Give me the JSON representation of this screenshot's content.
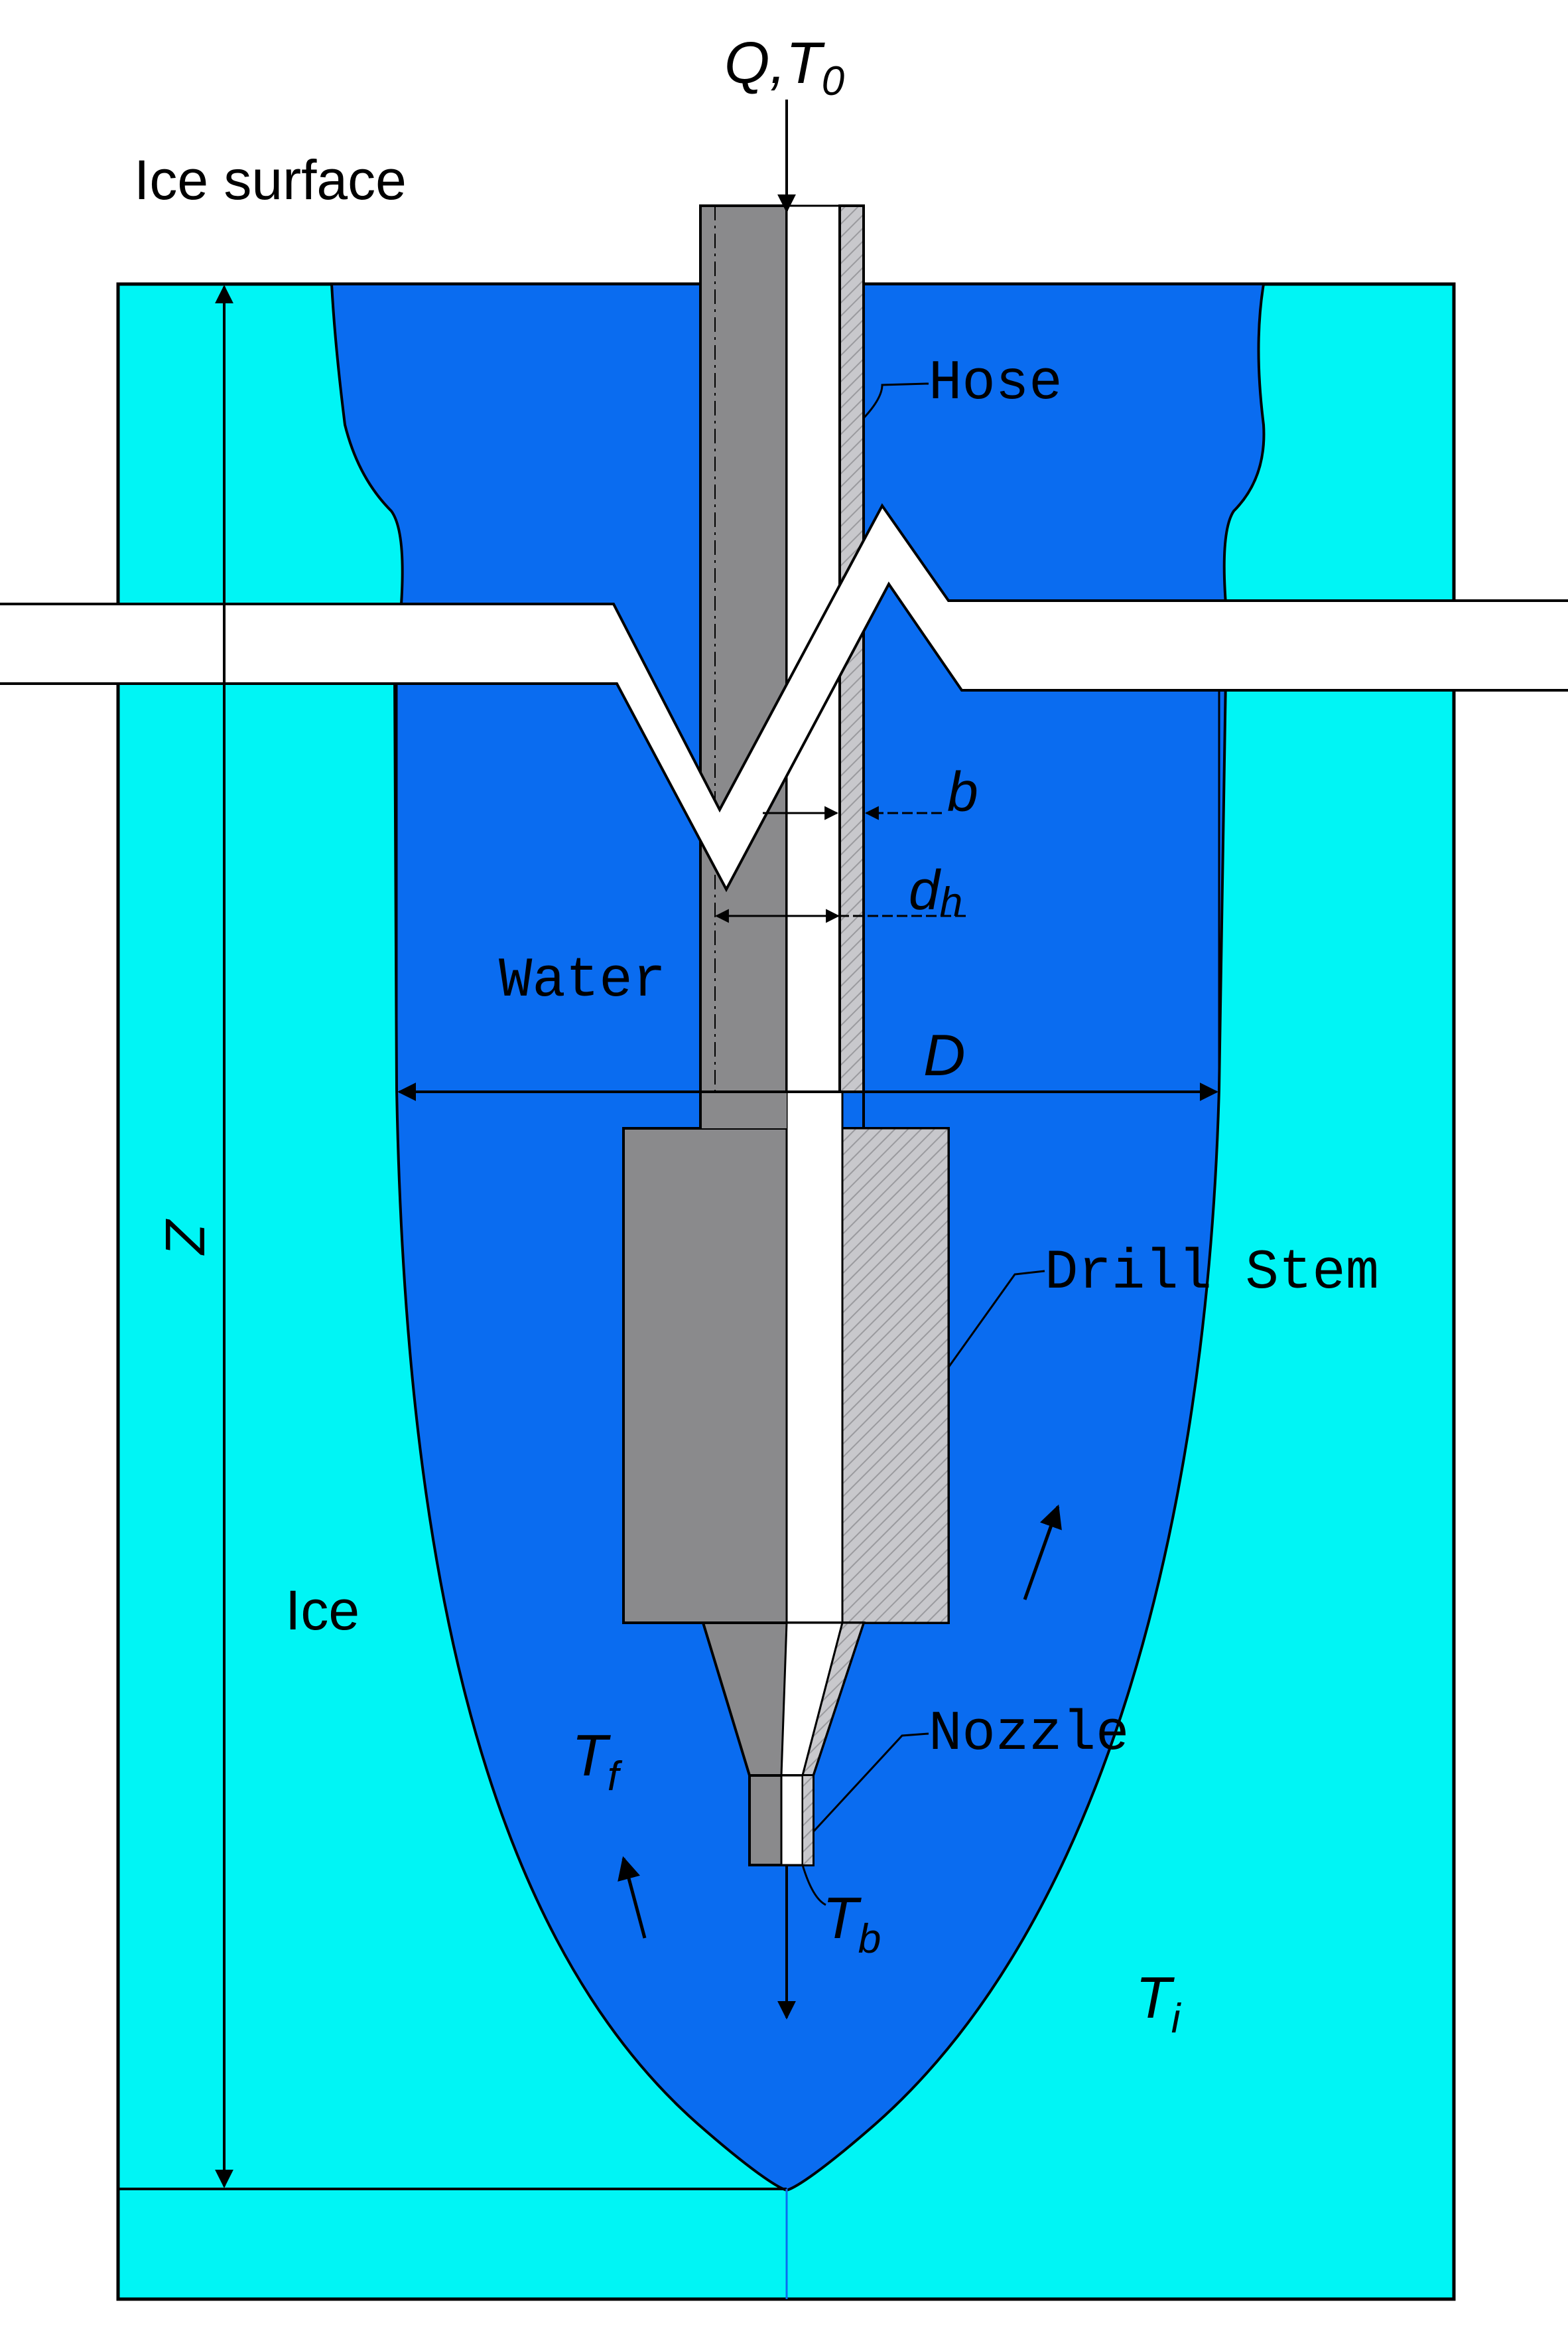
{
  "colors": {
    "ice": "#00f5f5",
    "water": "#0a6cf0",
    "steel": "#8a8a8c",
    "bore": "#ffffff",
    "line": "#000000"
  },
  "labels": {
    "flow_in_Q": "Q",
    "flow_in_comma": ",",
    "flow_in_T": "T",
    "flow_in_T_sub": "0",
    "ice_surface": "Ice surface",
    "hose": "Hose",
    "b": "b",
    "dh_main": "d",
    "dh_sub": "h",
    "water": "Water",
    "D": "D",
    "z": "Z",
    "drill_stem": "Drill Stem",
    "ice": "Ice",
    "nozzle": "Nozzle",
    "Tf_main": "T",
    "Tf_sub": "f",
    "Tb_main": "T",
    "Tb_sub": "b",
    "Ti_main": "T",
    "Ti_sub": "i"
  }
}
